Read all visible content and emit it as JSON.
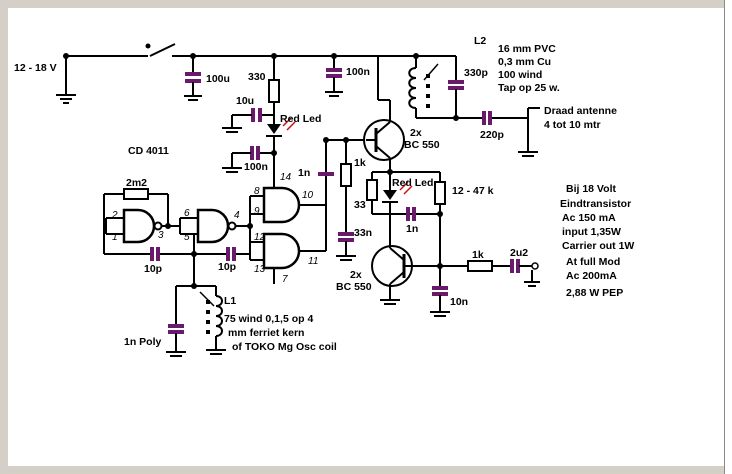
{
  "labels": {
    "supply": "12 - 18 V",
    "c_100u": "100u",
    "r_330": "330",
    "c_100n_top": "100n",
    "c_10u": "10u",
    "led1": "Red Led",
    "c_100n_mid": "100n",
    "ic": "CD 4011",
    "r_2m2": "2m2",
    "c_10p_a": "10p",
    "c_10p_b": "10p",
    "l1": "L1",
    "l1_desc_1": "75 wind 0,1,5 op 4",
    "l1_desc_2": "mm ferriet kern",
    "l1_desc_3": "of TOKO Mg Osc coil",
    "c_1n_poly": "1n Poly",
    "c_1n_a": "1n",
    "r_1k_a": "1k",
    "r_33": "33",
    "c_33n": "33n",
    "q_bottom_1": "2x",
    "q_bottom_2": "BC 550",
    "q_top_1": "2x",
    "q_top_2": "BC 550",
    "led2": "Red Led",
    "c_1n_b": "1n",
    "r_12_47k": "12 - 47 k",
    "r_1k_b": "1k",
    "c_2u2": "2u2",
    "c_10n": "10n",
    "l2": "L2",
    "l2_desc_1": "16 mm PVC",
    "l2_desc_2": "0,3 mm Cu",
    "l2_desc_3": "100 wind",
    "l2_desc_4": "Tap op 25 w.",
    "c_330p": "330p",
    "c_220p": "220p",
    "antenna_1": "Draad antenne",
    "antenna_2": "4 tot 10 mtr",
    "notes": [
      "Bij 18 Volt",
      "Eindtransistor",
      "Ac 150 mA",
      "input  1,35W",
      "Carrier out 1W",
      "At full Mod",
      "Ac  200mA",
      "2,88 W PEP"
    ]
  },
  "pins": [
    "2",
    "1",
    "3",
    "6",
    "5",
    "4",
    "8",
    "9",
    "14",
    "10",
    "12",
    "13",
    "7",
    "11"
  ],
  "colors": {
    "capacitor": "#6a1a6a",
    "led_rays": "#d01010",
    "background": "#ffffff"
  }
}
